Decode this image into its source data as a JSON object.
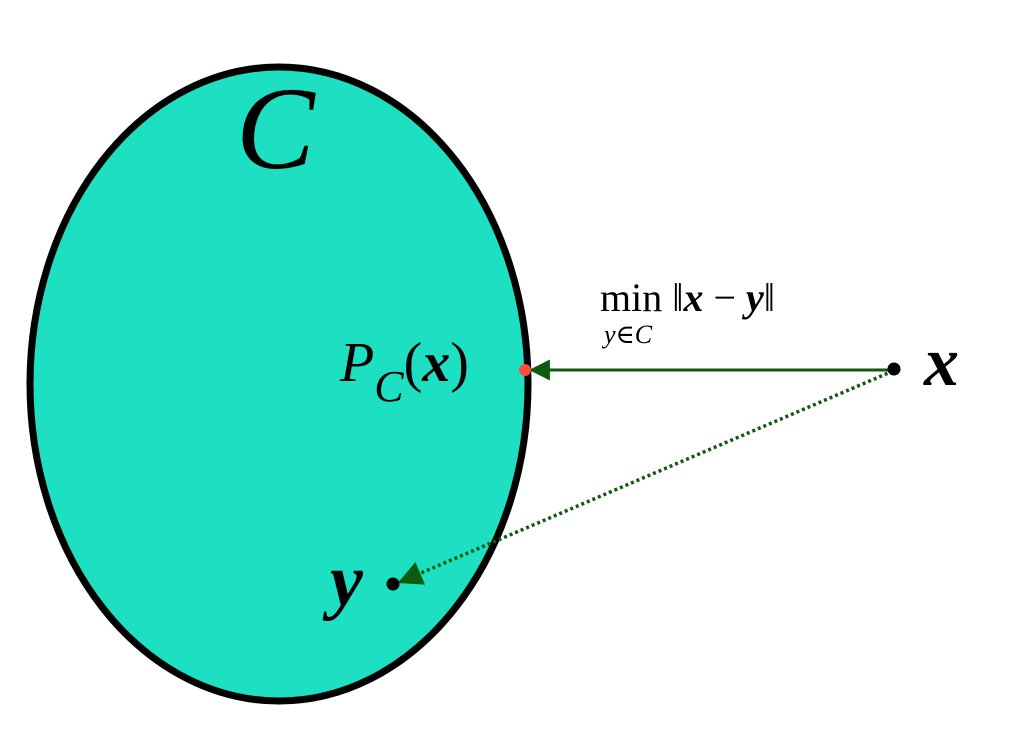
{
  "set": {
    "name": "C",
    "fill_color": "#1de0c3",
    "border_color": "#000000"
  },
  "points": {
    "x": {
      "label": "x"
    },
    "y": {
      "label": "y"
    },
    "projection": {
      "prefix": "P",
      "subscript": "C",
      "open_paren": "(",
      "arg": "x",
      "close_paren": ")",
      "marker_color": "#ff4d3a"
    }
  },
  "objective": {
    "min_word": "min",
    "norm_open": "‖",
    "x": "x",
    "minus": " − ",
    "y": "y",
    "norm_close": "‖",
    "subscript": "y∈C"
  },
  "arrows": {
    "color": "#0e5a0e"
  }
}
